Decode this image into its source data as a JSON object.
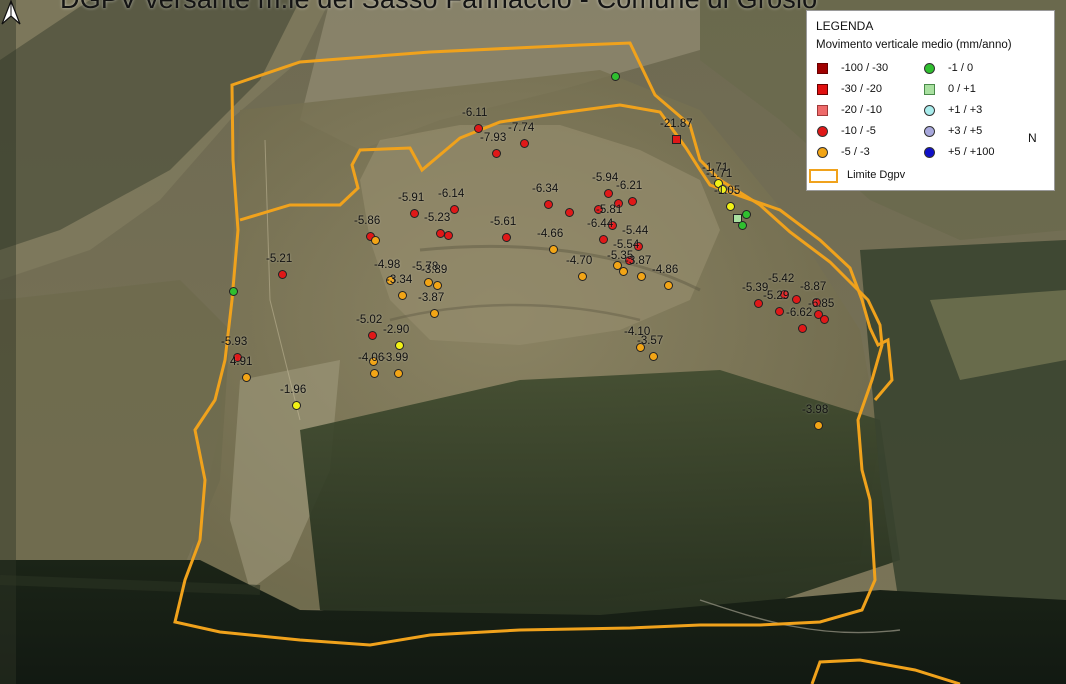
{
  "map": {
    "title": "DGPV versante m.le del Sasso Farinaccio - Comune di Grosio"
  },
  "legend": {
    "title": "LEGENDA",
    "subtitle": "Movimento verticale medio (mm/anno)",
    "items": [
      {
        "label": "-100 / -30",
        "color": "#a00000",
        "shape": "square"
      },
      {
        "label": "-30 / -20",
        "color": "#e01010",
        "shape": "square"
      },
      {
        "label": "-20 / -10",
        "color": "#ee6a6a",
        "shape": "square"
      },
      {
        "label": "-10 / -5",
        "color": "#e01818",
        "shape": "circle"
      },
      {
        "label": "-5 / -3",
        "color": "#f2a516",
        "shape": "circle"
      },
      {
        "label": "-1 /  0",
        "color": "#2fbf2f",
        "shape": "circle"
      },
      {
        "label": " 0  / +1",
        "color": "#a9e0a0",
        "shape": "square"
      },
      {
        "label": "+1 / +3",
        "color": "#a9ecec",
        "shape": "circle"
      },
      {
        "label": "+3 / +5",
        "color": "#a8a8dc",
        "shape": "circle"
      },
      {
        "label": "+5 / +100",
        "color": "#1010c8",
        "shape": "circle"
      }
    ],
    "boundary_label": "Limite Dgpv",
    "boundary_color": "#f0a21c"
  },
  "north_label": "N",
  "point_colors": {
    "red": "#e01818",
    "orange": "#f2a516",
    "yellow": "#f2f215",
    "green": "#2fbf2f",
    "lightgreen": "#a9e0a0"
  },
  "points": [
    {
      "value": "-6.11",
      "color": "red",
      "pos": [
        478,
        128
      ]
    },
    {
      "value": "-7.74",
      "color": "red",
      "pos": [
        524,
        143
      ]
    },
    {
      "value": "-7.93",
      "color": "red",
      "pos": [
        496,
        153
      ]
    },
    {
      "value": "-21.87",
      "color": "red",
      "pos": [
        676,
        139
      ],
      "shape": "square"
    },
    {
      "value": "",
      "color": "green",
      "pos": [
        615,
        76
      ]
    },
    {
      "value": "-5.91",
      "color": "red",
      "pos": [
        414,
        213
      ]
    },
    {
      "value": "-6.14",
      "color": "red",
      "pos": [
        454,
        209
      ]
    },
    {
      "value": "-5.86",
      "color": "red",
      "pos": [
        370,
        236
      ]
    },
    {
      "value": "",
      "color": "orange",
      "pos": [
        375,
        240
      ]
    },
    {
      "value": "-5.23",
      "color": "red",
      "pos": [
        440,
        233
      ]
    },
    {
      "value": "",
      "color": "red",
      "pos": [
        448,
        235
      ]
    },
    {
      "value": "-5.61",
      "color": "red",
      "pos": [
        506,
        237
      ]
    },
    {
      "value": "-6.34",
      "color": "red",
      "pos": [
        548,
        204
      ]
    },
    {
      "value": "",
      "color": "red",
      "pos": [
        569,
        212
      ]
    },
    {
      "value": "-5.94",
      "color": "red",
      "pos": [
        608,
        193
      ]
    },
    {
      "value": "",
      "color": "red",
      "pos": [
        598,
        209
      ]
    },
    {
      "value": "-6.21",
      "color": "red",
      "pos": [
        632,
        201
      ]
    },
    {
      "value": "",
      "color": "red",
      "pos": [
        618,
        203
      ]
    },
    {
      "value": "-5.81",
      "color": "red",
      "pos": [
        612,
        225
      ]
    },
    {
      "value": "-6.44",
      "color": "red",
      "pos": [
        603,
        239
      ]
    },
    {
      "value": "-4.66",
      "color": "orange",
      "pos": [
        553,
        249
      ]
    },
    {
      "value": "-5.44",
      "color": "red",
      "pos": [
        638,
        246
      ]
    },
    {
      "value": "-5.54",
      "color": "red",
      "pos": [
        629,
        260
      ]
    },
    {
      "value": "",
      "color": "orange",
      "pos": [
        617,
        265
      ]
    },
    {
      "value": "-5.35",
      "color": "orange",
      "pos": [
        623,
        271
      ]
    },
    {
      "value": "-4.70",
      "color": "orange",
      "pos": [
        582,
        276
      ]
    },
    {
      "value": "-3.87",
      "color": "orange",
      "pos": [
        641,
        276
      ]
    },
    {
      "value": "-4.86",
      "color": "orange",
      "pos": [
        668,
        285
      ]
    },
    {
      "value": "-1.71",
      "color": "yellow",
      "pos": [
        718,
        183
      ]
    },
    {
      "value": "-1.71",
      "color": "yellow",
      "pos": [
        722,
        189
      ]
    },
    {
      "value": "-1.05",
      "color": "yellow",
      "pos": [
        730,
        206
      ]
    },
    {
      "value": "",
      "color": "green",
      "pos": [
        746,
        214
      ]
    },
    {
      "value": "",
      "color": "lightgreen",
      "pos": [
        737,
        218
      ],
      "shape": "square"
    },
    {
      "value": "",
      "color": "green",
      "pos": [
        742,
        225
      ]
    },
    {
      "value": "-5.21",
      "color": "red",
      "pos": [
        282,
        274
      ]
    },
    {
      "value": "",
      "color": "green",
      "pos": [
        233,
        291
      ]
    },
    {
      "value": "-4.98",
      "color": "orange",
      "pos": [
        390,
        280
      ]
    },
    {
      "value": "-5.78",
      "color": "orange",
      "pos": [
        428,
        282
      ]
    },
    {
      "value": "-3.89",
      "color": "orange",
      "pos": [
        437,
        285
      ]
    },
    {
      "value": "-3.34",
      "color": "orange",
      "pos": [
        402,
        295
      ]
    },
    {
      "value": "-3.87",
      "color": "orange",
      "pos": [
        434,
        313
      ]
    },
    {
      "value": "-5.02",
      "color": "red",
      "pos": [
        372,
        335
      ]
    },
    {
      "value": "-2.90",
      "color": "yellow",
      "pos": [
        399,
        345
      ]
    },
    {
      "value": "",
      "color": "orange",
      "pos": [
        373,
        361
      ]
    },
    {
      "value": "-4.06",
      "color": "orange",
      "pos": [
        374,
        373
      ]
    },
    {
      "value": "-3.99",
      "color": "orange",
      "pos": [
        398,
        373
      ]
    },
    {
      "value": "-5.93",
      "color": "red",
      "pos": [
        237,
        357
      ]
    },
    {
      "value": "4.91",
      "color": "orange",
      "pos": [
        246,
        377
      ]
    },
    {
      "value": "-1.96",
      "color": "yellow",
      "pos": [
        296,
        405
      ]
    },
    {
      "value": "-4.10",
      "color": "orange",
      "pos": [
        640,
        347
      ]
    },
    {
      "value": "-3.57",
      "color": "orange",
      "pos": [
        653,
        356
      ]
    },
    {
      "value": "-5.39",
      "color": "red",
      "pos": [
        758,
        303
      ]
    },
    {
      "value": "-5.42",
      "color": "red",
      "pos": [
        784,
        294
      ]
    },
    {
      "value": "",
      "color": "red",
      "pos": [
        796,
        299
      ]
    },
    {
      "value": "-8.87",
      "color": "red",
      "pos": [
        816,
        302
      ]
    },
    {
      "value": "-5.29",
      "color": "red",
      "pos": [
        779,
        311
      ]
    },
    {
      "value": "",
      "color": "red",
      "pos": [
        818,
        314
      ]
    },
    {
      "value": "-6.85",
      "color": "red",
      "pos": [
        824,
        319
      ]
    },
    {
      "value": "-6.62",
      "color": "red",
      "pos": [
        802,
        328
      ]
    },
    {
      "value": "-3.98",
      "color": "orange",
      "pos": [
        818,
        425
      ]
    }
  ]
}
